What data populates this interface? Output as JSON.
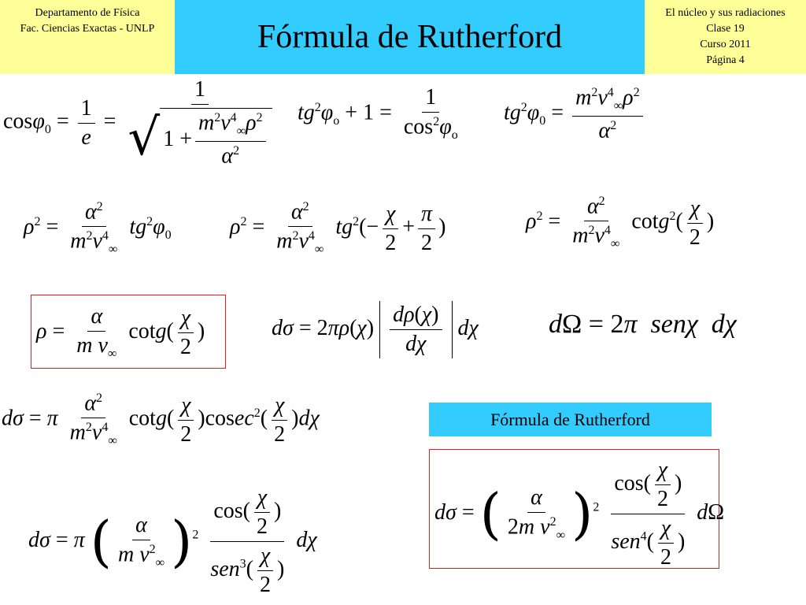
{
  "header": {
    "left_line1": "Departamento de Física",
    "left_line2": "Fac. Ciencias Exactas - UNLP",
    "title": "Fórmula de Rutherford",
    "right_line1": "El núcleo y sus radiaciones",
    "right_line2": "Clase 19",
    "right_line3": "Curso 2011",
    "right_line4": "Página 4"
  },
  "highlight_label": "Fórmula de Rutherford"
}
